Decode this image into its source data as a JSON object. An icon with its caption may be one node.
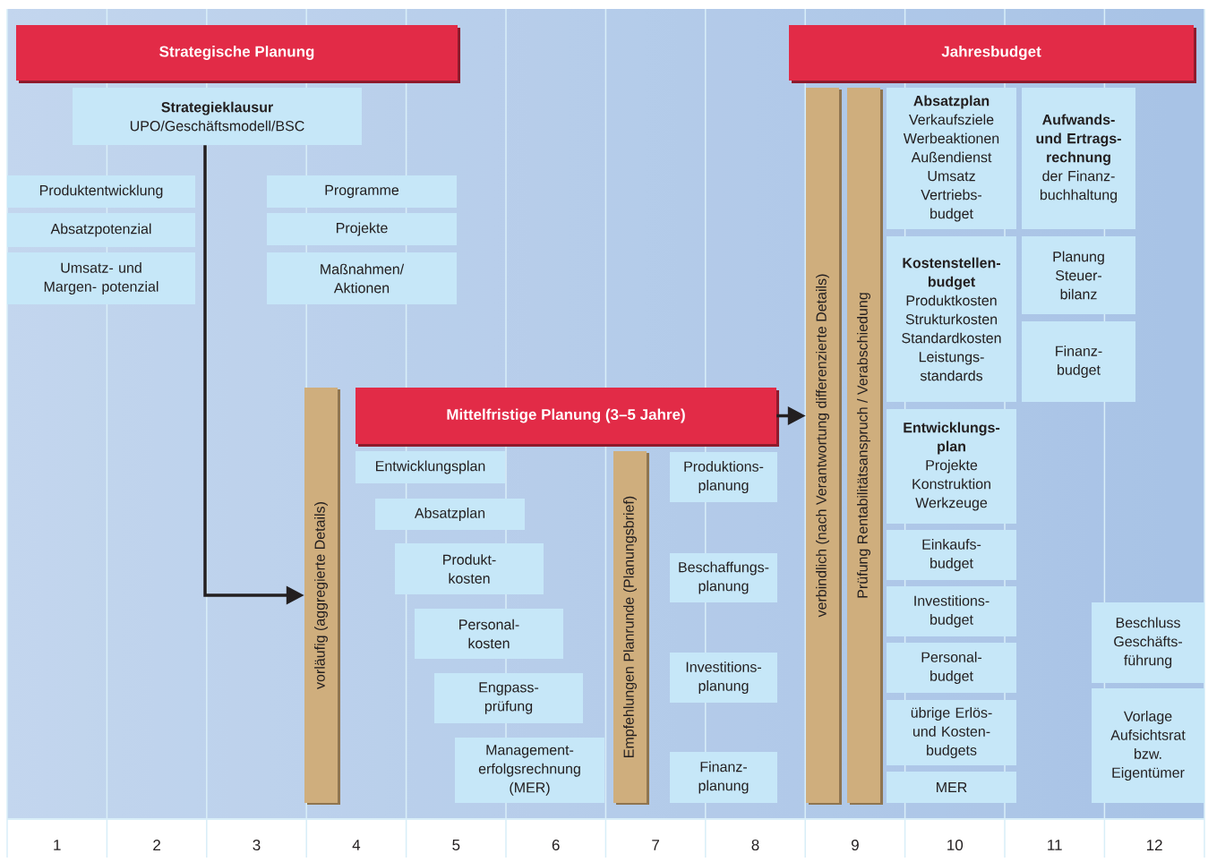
{
  "diagram": {
    "nodes": [
      {
        "text": [
          "Strategische Planung"
        ]
      },
      {
        "text": [
          "Jahresbudget"
        ]
      },
      {
        "text": [
          "Strategieklausur",
          "UPO/Geschäftsmodell/BSC"
        ]
      },
      {
        "text": [
          "Produktentwicklung"
        ]
      },
      {
        "text": [
          "Absatzpotenzial"
        ]
      },
      {
        "text": [
          "Umsatz- und Margen- potenzial"
        ]
      },
      {
        "text": [
          "Programme"
        ]
      },
      {
        "text": [
          "Projekte"
        ]
      },
      {
        "text": [
          "Maßnahmen/ Aktionen"
        ]
      },
      {
        "text": [
          "vorläufig (aggregierte Details)"
        ]
      },
      {
        "text": [
          "Mittelfristige Planung (3–5 Jahre)"
        ]
      },
      {
        "text": [
          "Entwicklungsplan"
        ]
      },
      {
        "text": [
          "Absatzplan"
        ]
      },
      {
        "text": [
          "Produkt- kosten"
        ]
      },
      {
        "text": [
          "Personal- kosten"
        ]
      },
      {
        "text": [
          "Engpass- prüfung"
        ]
      },
      {
        "text": [
          "Management- erfolgsrechnung (MER)"
        ]
      },
      {
        "text": [
          "Empfehlungen Planrunde (Planungsbrief)"
        ]
      },
      {
        "text": [
          "Produktions- planung"
        ]
      },
      {
        "text": [
          "Beschaffungs- planung"
        ]
      },
      {
        "text": [
          "Investitions- planung"
        ]
      },
      {
        "text": [
          "Finanz- planung"
        ]
      },
      {
        "text": [
          "verbindlich (nach Verantwortung differenzierte Details)"
        ]
      },
      {
        "text": [
          "Prüfung Rentabilitätsanspruch / Verabschiedung"
        ]
      },
      {
        "text": [
          "Absatzplan",
          "Verkaufsziele Werbeaktionen Außendienst Umsatz Vertriebs- budget"
        ]
      },
      {
        "text": [
          "Aufwands- und Ertrags- rechnung",
          "der Finanz- buchhaltung"
        ]
      },
      {
        "text": [
          "Kostenstellen- budget",
          "Produktkosten Strukturkosten Standardkosten Leistungs- standards"
        ]
      },
      {
        "text": [
          "Planung Steuer- bilanz"
        ]
      },
      {
        "text": [
          "Finanz- budget"
        ]
      },
      {
        "text": [
          "Entwicklungs- plan",
          "Projekte Konstruktion Werkzeuge"
        ]
      },
      {
        "text": [
          "Einkaufs- budget"
        ]
      },
      {
        "text": [
          "Investitions- budget"
        ]
      },
      {
        "text": [
          "Personal- budget"
        ]
      },
      {
        "text": [
          "übrige Erlös- und Kosten- budgets"
        ]
      },
      {
        "text": [
          "MER"
        ]
      },
      {
        "text": [
          "Beschluss Geschäfts- führung"
        ]
      },
      {
        "text": [
          "Vorlage Aufsichtsrat bzw. Eigentümer"
        ]
      }
    ],
    "edges": [
      {
        "from": 2,
        "to": 9,
        "arrow": "to"
      },
      {
        "from": 10,
        "to": 22,
        "arrow": "to"
      }
    ],
    "labels": [
      "1",
      "2",
      "3",
      "4",
      "5",
      "6",
      "7",
      "8",
      "9",
      "10",
      "11",
      "12"
    ]
  }
}
